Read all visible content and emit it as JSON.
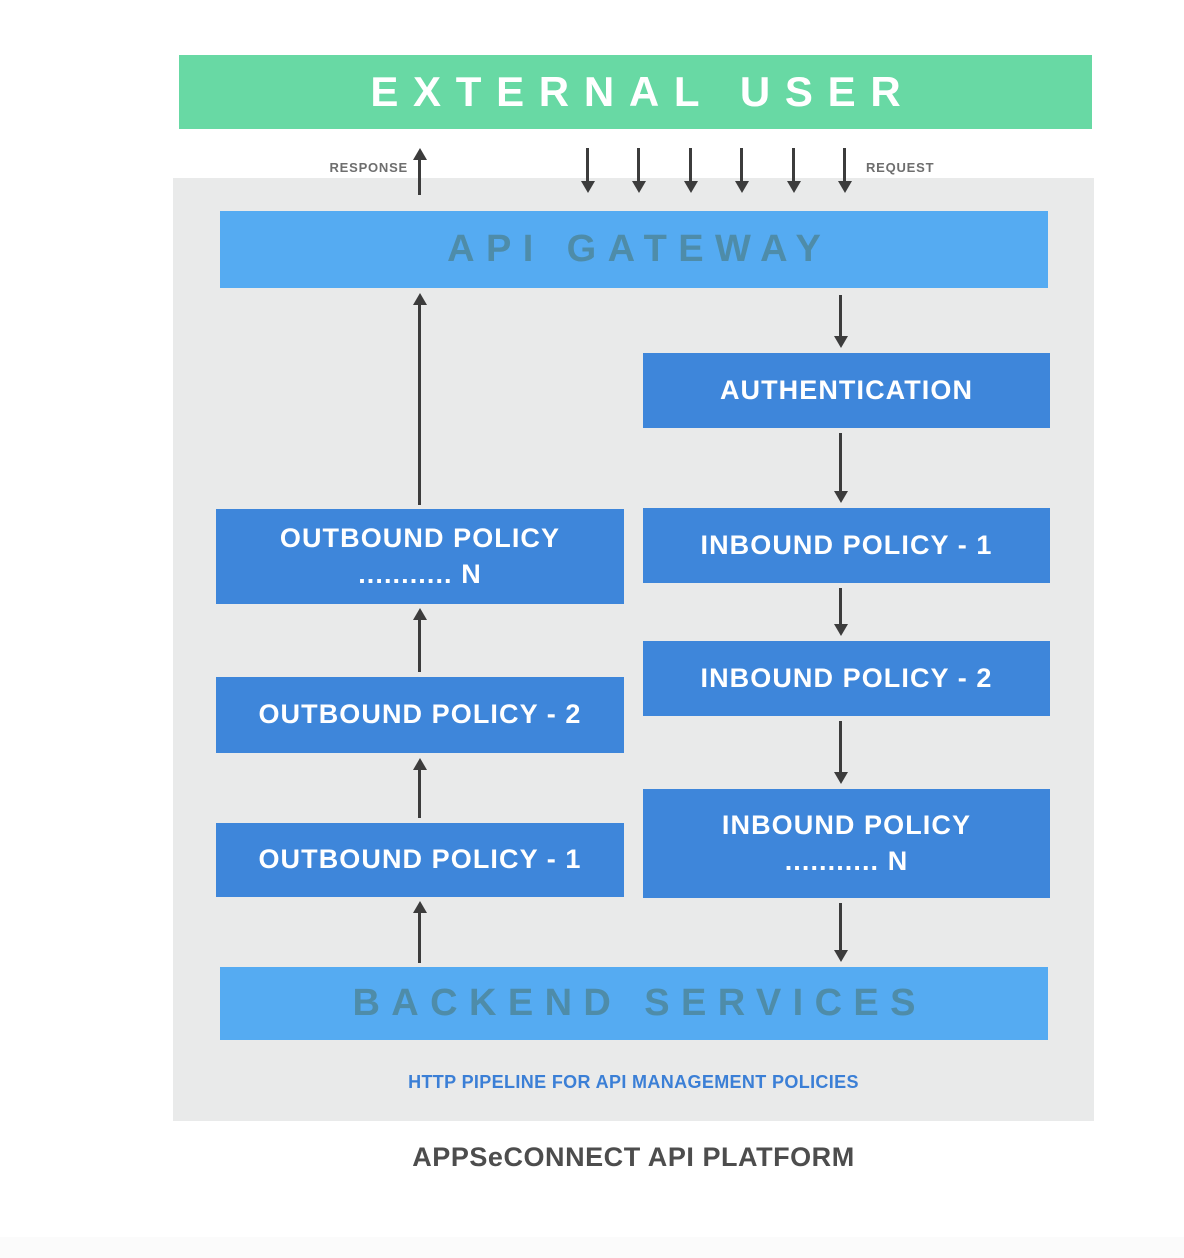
{
  "page": {
    "title": "APPSeCONNECT API PLATFORM",
    "pipeline_caption": "HTTP PIPELINE FOR API MANAGEMENT POLICIES"
  },
  "nodes": {
    "external_user": "EXTERNAL USER",
    "api_gateway": "API GATEWAY",
    "backend_services": "BACKEND SERVICES",
    "authentication": "AUTHENTICATION",
    "inbound_policy_1": "INBOUND POLICY - 1",
    "inbound_policy_2": "INBOUND POLICY - 2",
    "inbound_policy_n_line1": "INBOUND POLICY",
    "inbound_policy_n_line2": "........... N",
    "outbound_policy_n_line1": "OUTBOUND POLICY",
    "outbound_policy_n_line2": "........... N",
    "outbound_policy_2": "OUTBOUND POLICY - 2",
    "outbound_policy_1": "OUTBOUND POLICY - 1"
  },
  "labels": {
    "response": "RESPONSE",
    "request": "REQUEST"
  },
  "colors": {
    "external_user_green": "#68d9a4",
    "gateway_blue": "#55abf2",
    "gateway_text_teal": "#4e8ca9",
    "policy_blue": "#3e86da",
    "panel_gray": "#e9eaea",
    "arrow_dark": "#3c3c3c",
    "flow_label_gray": "#6e6e6e",
    "caption_blue": "#3b7fd6",
    "title_gray": "#4d4d4d"
  }
}
